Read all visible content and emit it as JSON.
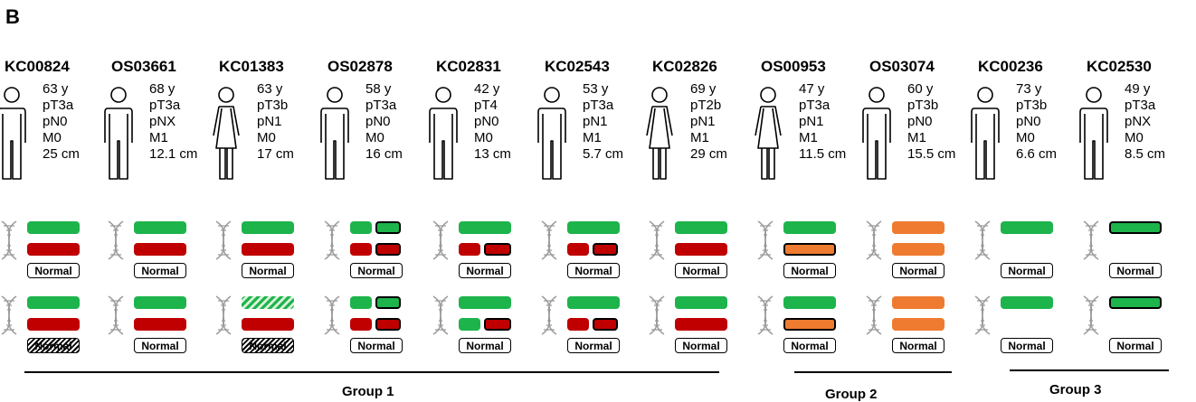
{
  "panel_label": "B",
  "patients": [
    {
      "id": "KC00824",
      "age": "63 y",
      "pT": "pT3a",
      "pN": "pN0",
      "M": "M0",
      "size": "25 cm",
      "sex": "male"
    },
    {
      "id": "OS03661",
      "age": "68 y",
      "pT": "pT3a",
      "pN": "pNX",
      "M": "M1",
      "size": "12.1 cm",
      "sex": "male"
    },
    {
      "id": "KC01383",
      "age": "63 y",
      "pT": "pT3b",
      "pN": "pN1",
      "M": "M0",
      "size": "17 cm",
      "sex": "female"
    },
    {
      "id": "OS02878",
      "age": "58 y",
      "pT": "pT3a",
      "pN": "pN0",
      "M": "M0",
      "size": "16 cm",
      "sex": "male"
    },
    {
      "id": "KC02831",
      "age": "42 y",
      "pT": "pT4",
      "pN": "pN0",
      "M": "M0",
      "size": "13 cm",
      "sex": "male"
    },
    {
      "id": "KC02543",
      "age": "53 y",
      "pT": "pT3a",
      "pN": "pN1",
      "M": "M1",
      "size": "5.7 cm",
      "sex": "male"
    },
    {
      "id": "KC02826",
      "age": "69 y",
      "pT": "pT2b",
      "pN": "pN1",
      "M": "M1",
      "size": "29 cm",
      "sex": "female"
    },
    {
      "id": "OS00953",
      "age": "47 y",
      "pT": "pT3a",
      "pN": "pN1",
      "M": "M1",
      "size": "11.5 cm",
      "sex": "female"
    },
    {
      "id": "OS03074",
      "age": "60 y",
      "pT": "pT3b",
      "pN": "pN0",
      "M": "M1",
      "size": "15.5 cm",
      "sex": "male"
    },
    {
      "id": "KC00236",
      "age": "73 y",
      "pT": "pT3b",
      "pN": "pN0",
      "M": "M0",
      "size": "6.6 cm",
      "sex": "male"
    },
    {
      "id": "KC02530",
      "age": "49 y",
      "pT": "pT3a",
      "pN": "pNX",
      "M": "M0",
      "size": "8.5 cm",
      "sex": "male"
    }
  ],
  "normal_label": "Normal",
  "groups": [
    "Group 1",
    "Group 2",
    "Group 3"
  ],
  "colors": {
    "green": "#1db44c",
    "red": "#c00000",
    "orange": "#ee7b30"
  }
}
